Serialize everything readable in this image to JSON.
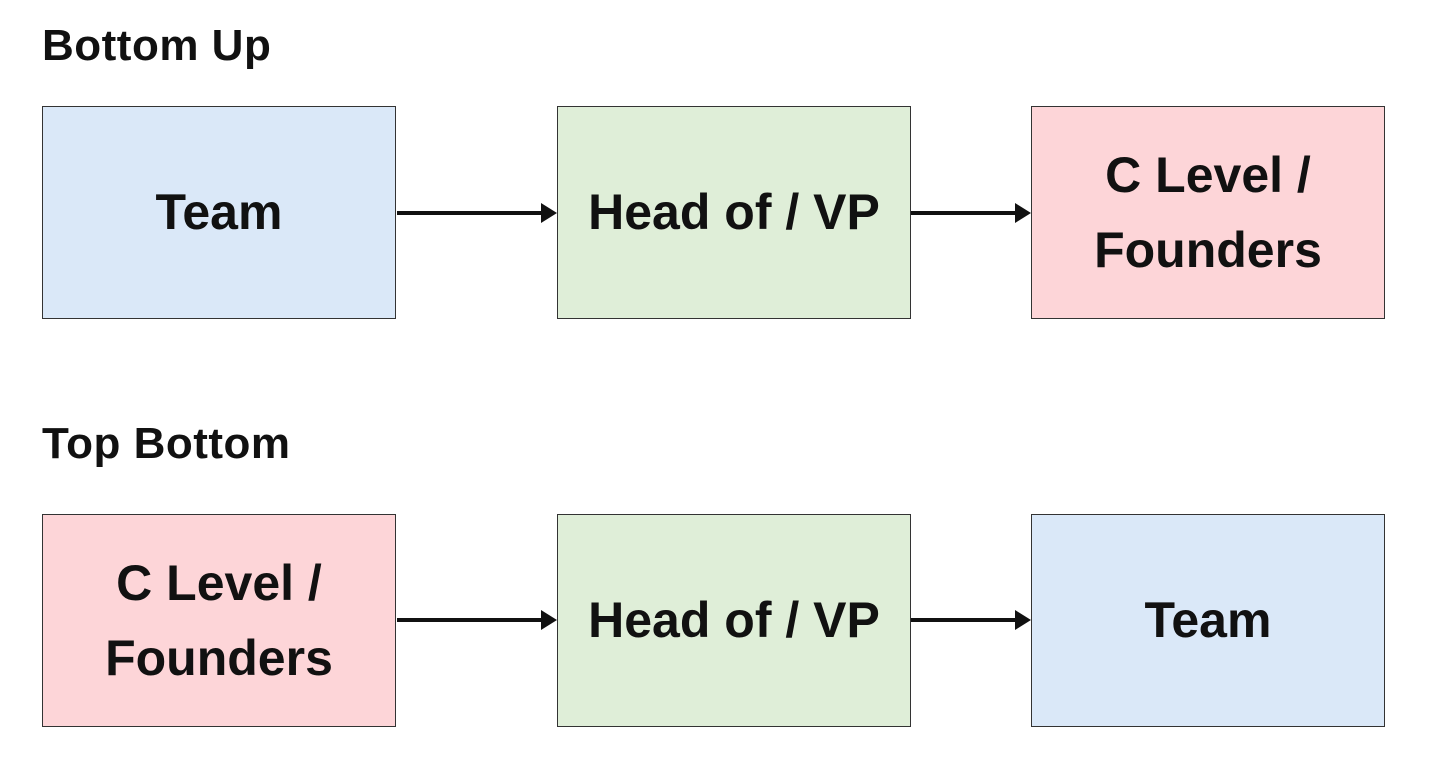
{
  "sections": [
    {
      "title": "Bottom Up",
      "nodes": [
        {
          "label": "Team",
          "color": "#dae8f8"
        },
        {
          "label": "Head of / VP",
          "color": "#dfeed8"
        },
        {
          "label": "C Level / Founders",
          "color": "#fdd5d8"
        }
      ]
    },
    {
      "title": "Top Bottom",
      "nodes": [
        {
          "label": "C Level / Founders",
          "color": "#fdd5d8"
        },
        {
          "label": "Head of / VP",
          "color": "#dfeed8"
        },
        {
          "label": "Team",
          "color": "#dae8f8"
        }
      ]
    }
  ],
  "colors": {
    "team": "#dae8f8",
    "head_of_vp": "#dfeed8",
    "c_level_founders": "#fdd5d8",
    "arrow": "#111111",
    "border": "#333333"
  }
}
